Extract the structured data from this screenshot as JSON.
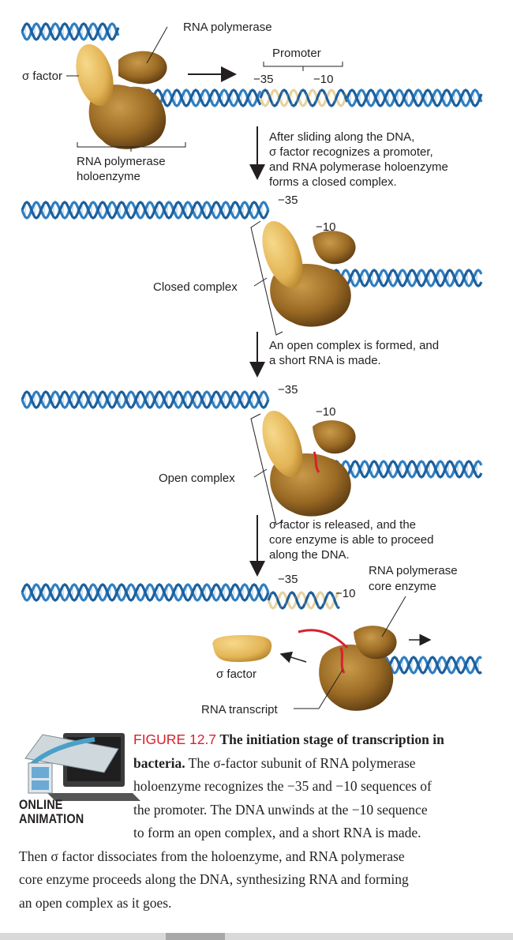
{
  "labels": {
    "rna_polymerase": "RNA polymerase",
    "promoter": "Promoter",
    "minus35": "−35",
    "minus10": "−10",
    "sigma_factor": "σ factor",
    "holoenzyme_line1": "RNA polymerase",
    "holoenzyme_line2": "holoenzyme",
    "closed_complex": "Closed complex",
    "open_complex": "Open complex",
    "core_enzyme_line1": "RNA polymerase",
    "core_enzyme_line2": "core enzyme",
    "rna_transcript": "RNA transcript"
  },
  "steps": [
    {
      "lines": [
        "After sliding along the DNA,",
        "σ factor recognizes a promoter,",
        "and RNA polymerase holoenzyme",
        "forms a closed complex."
      ]
    },
    {
      "lines": [
        "An open complex is formed, and",
        "a short RNA is made."
      ]
    },
    {
      "lines": [
        "σ factor is released, and the",
        "core enzyme is able to proceed",
        "along the DNA."
      ]
    }
  ],
  "online_animation": [
    "ONLINE",
    "ANIMATION"
  ],
  "caption": {
    "figure_number": "FIGURE 12.7",
    "title": "The initiation stage of transcription in bacteria.",
    "lines": [
      "holoenzyme recognizes the −35 and −10 sequences of",
      "the promoter. The DNA unwinds at the −10 sequence",
      "to form an open complex, and a short RNA is made.",
      "Then σ factor dissociates from the holoenzyme, and RNA polymerase",
      "core enzyme proceeds along the DNA, synthesizing RNA and forming",
      "an open complex as it goes."
    ],
    "title_tail": " The σ-factor subunit of RNA polymerase"
  },
  "colors": {
    "dna": "#2f7fc1",
    "dna_dark": "#1c5e9b",
    "promoter": "#e6d3a1",
    "sigma": "#e3b456",
    "polymerase": "#9a6a24",
    "polymerase_dark": "#5b3a12",
    "rna": "#d7212e",
    "caption_red": "#d7212e"
  },
  "icons": [
    "film-reel-laptop-icon"
  ]
}
